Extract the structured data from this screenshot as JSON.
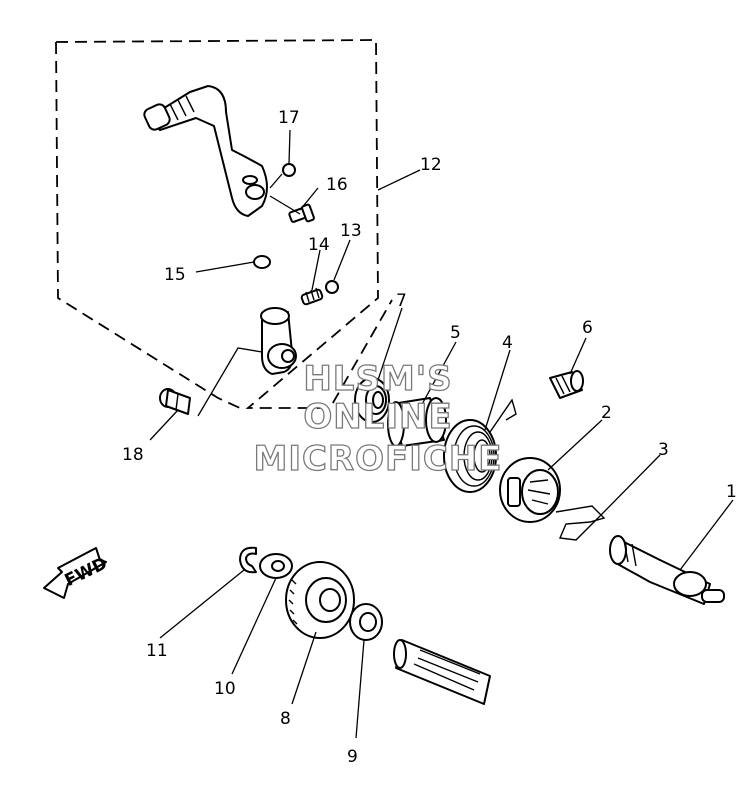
{
  "watermark": {
    "line1": "HLSM'S",
    "line2": "ONLINE",
    "line3": "MICROFICHE"
  },
  "direction_arrow": {
    "label": "FWD"
  },
  "callouts": [
    {
      "id": "1",
      "label": "1"
    },
    {
      "id": "2",
      "label": "2"
    },
    {
      "id": "3",
      "label": "3"
    },
    {
      "id": "4",
      "label": "4"
    },
    {
      "id": "5",
      "label": "5"
    },
    {
      "id": "6",
      "label": "6"
    },
    {
      "id": "7",
      "label": "7"
    },
    {
      "id": "8",
      "label": "8"
    },
    {
      "id": "9",
      "label": "9"
    },
    {
      "id": "10",
      "label": "10"
    },
    {
      "id": "11",
      "label": "11"
    },
    {
      "id": "12",
      "label": "12"
    },
    {
      "id": "13",
      "label": "13"
    },
    {
      "id": "14",
      "label": "14"
    },
    {
      "id": "15",
      "label": "15"
    },
    {
      "id": "16",
      "label": "16"
    },
    {
      "id": "17",
      "label": "17"
    },
    {
      "id": "18",
      "label": "18"
    }
  ]
}
